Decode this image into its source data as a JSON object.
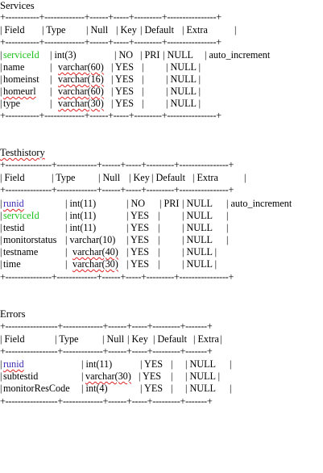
{
  "services": {
    "title": "Services",
    "border": "+-----------+-------------+------+-----+---------+----------------+",
    "header": [
      "| Field",
      "| Type",
      "| Null",
      "| Key",
      "| Default",
      "| Extra",
      "|"
    ],
    "rows": [
      [
        "|",
        "serviceId",
        "| int(3)",
        "| NO",
        "| PRI",
        "| NULL",
        "| auto_increment"
      ],
      [
        "|",
        "name",
        "| ",
        "varchar(60)",
        "| YES",
        "|",
        "| NULL |"
      ],
      [
        "|",
        "homeinst",
        "| ",
        "varchar(16)",
        "| YES",
        "|",
        "| NULL |"
      ],
      [
        "|",
        "homeurl",
        "| ",
        "varchar(60)",
        "| YES",
        "|",
        "| NULL |"
      ],
      [
        "|",
        "type",
        "| ",
        "varchar(30)",
        "| YES",
        "|",
        "| NULL |"
      ]
    ]
  },
  "testhistory": {
    "title": "Testhistory",
    "border": "+---------------+-------------+------+-----+---------+----------------+",
    "header": [
      "| Field",
      "| Type",
      "| Null",
      "| Key",
      "| Default",
      "| Extra",
      "|"
    ],
    "rows": [
      [
        "|",
        "runid",
        "| int(11)",
        "| NO",
        "| PRI",
        "| NULL",
        "| auto_increment"
      ],
      [
        "|",
        "serviceId",
        "| int(11)",
        "| YES",
        "|",
        "| NULL",
        "|"
      ],
      [
        "|",
        "testid",
        "| int(11)",
        "| YES",
        "|",
        "| NULL",
        "|"
      ],
      [
        "|",
        "monitorstatus",
        "| varchar(10)",
        "| YES",
        "|",
        "| NULL",
        "|"
      ],
      [
        "|",
        "testname",
        "| ",
        "varchar(40)",
        "| YES",
        "|",
        "| NULL |"
      ],
      [
        "|",
        "time",
        "| ",
        "varchar(30)",
        "| YES",
        "|",
        "| NULL |"
      ]
    ]
  },
  "errors": {
    "title": "Errors",
    "border": "+-----------------+-------------+------+-----+---------+-------+",
    "header": [
      "| Field",
      "| Type",
      "| Null",
      "| Key",
      "| Default",
      "| Extra",
      "|"
    ],
    "rows": [
      [
        "|",
        "runid",
        "| int(11)",
        "| YES",
        "|",
        "| NULL",
        "|"
      ],
      [
        "|",
        "subtestid",
        "| ",
        "varchar(30)",
        "| YES",
        "|",
        "| NULL |"
      ],
      [
        "|",
        "monitorResCode",
        "| int(4)",
        "| YES",
        "|",
        "| NULL",
        "|"
      ]
    ]
  }
}
